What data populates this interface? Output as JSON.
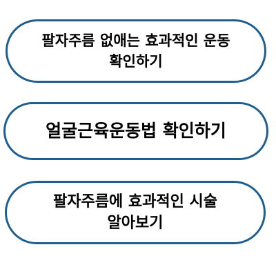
{
  "colors": {
    "border": "#1f5f8f",
    "background": "#ffffff",
    "text": "#000000"
  },
  "buttons": [
    {
      "label": "팔자주름 없애는 효과적인 운동\n확인하기"
    },
    {
      "label": "얼굴근육운동법 확인하기"
    },
    {
      "label": "팔자주름에 효과적인 시술\n알아보기"
    }
  ]
}
